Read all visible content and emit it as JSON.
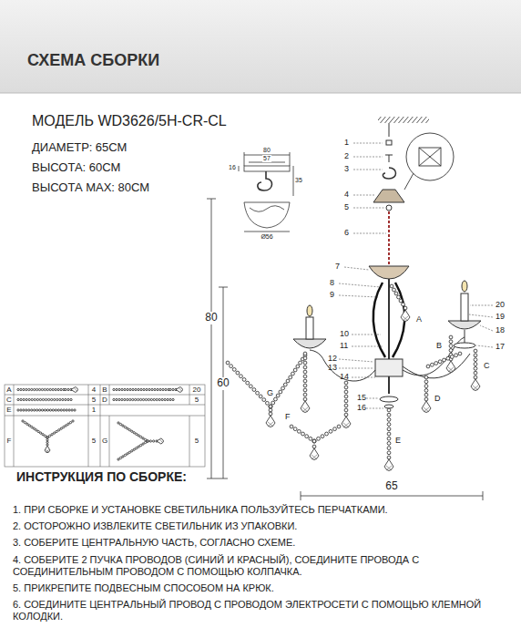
{
  "diagram": {
    "title": "СХЕМА СБОРКИ",
    "labels": [
      "МОДЕЛЬ WD3626/5H-CR-CL",
      "ДИАМЕТР: 65СМ",
      "ВЫСОТА: 60СМ",
      "ВЫСОТА MAX: 80СМ",
      "80",
      "57",
      "16",
      "35",
      "Ø56",
      "1",
      "2",
      "3",
      "4",
      "5",
      "6",
      "7",
      "8",
      "9",
      "10",
      "11",
      "12",
      "13",
      "14",
      "15",
      "16",
      "17",
      "18",
      "19",
      "20",
      "A",
      "B",
      "C",
      "D",
      "E",
      "F",
      "G",
      "80",
      "60",
      "65",
      "A",
      "4",
      "B",
      "20",
      "C",
      "5",
      "D",
      "5",
      "E",
      "1",
      "F",
      "5",
      "G",
      "5",
      "ИНСТРУКЦИЯ ПО СБОРКЕ:",
      "1. ПРИ СБОРКЕ И УСТАНОВКЕ СВЕТИЛЬНИКА ПОЛЬЗУЙТЕСЬ ПЕРЧАТКАМИ.",
      "2. ОСТОРОЖНО ИЗВЛЕКИТЕ СВЕТИЛЬНИК ИЗ УПАКОВКИ.",
      "3. СОБЕРИТЕ ЦЕНТРАЛЬНУЮ ЧАСТЬ, СОГЛАСНО СХЕМЕ.",
      "4. СОБЕРИТЕ 2 ПУЧКА ПРОВОДОВ (СИНИЙ И КРАСНЫЙ), СОЕДИНИТЕ ПРОВОДА С СОЕДИНИТЕЛЬНЫМ ПРОВОДОМ С ПОМОЩЬЮ КОЛПАЧКА.",
      "5. ПРИКРЕПИТЕ ПОДВЕСНЫМ СПОСОБОМ НА КРЮК.",
      "6. СОЕДИНИТЕ ЦЕНТРАЛЬНЫЙ ПРОВОД С ПРОВОДОМ ЭЛЕКТРОСЕТИ С ПОМОЩЬЮ КЛЕМНОЙ КОЛОДКИ."
    ]
  }
}
